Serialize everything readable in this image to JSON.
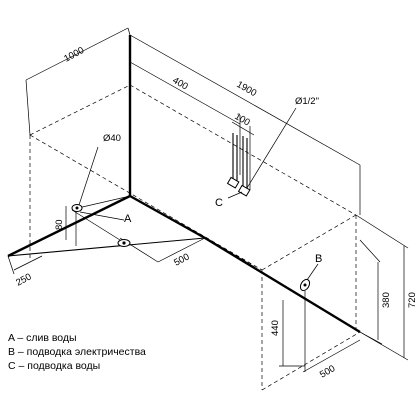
{
  "dimensions": {
    "depth": "1000",
    "length": "1900",
    "offset_c": "400",
    "spacing_c": "100",
    "diameter_pipe": "Ø1/2\"",
    "diameter_drain": "Ø40",
    "height_drain": "80",
    "offset_drain_side": "250",
    "offset_drain_front": "500",
    "height_b": "440",
    "height_front": "380",
    "height_total": "720",
    "offset_b": "500"
  },
  "markers": {
    "a": "A",
    "b": "B",
    "c": "C"
  },
  "legend": [
    "A – слив воды",
    "B – подводка электричества",
    "C – подводка воды"
  ]
}
